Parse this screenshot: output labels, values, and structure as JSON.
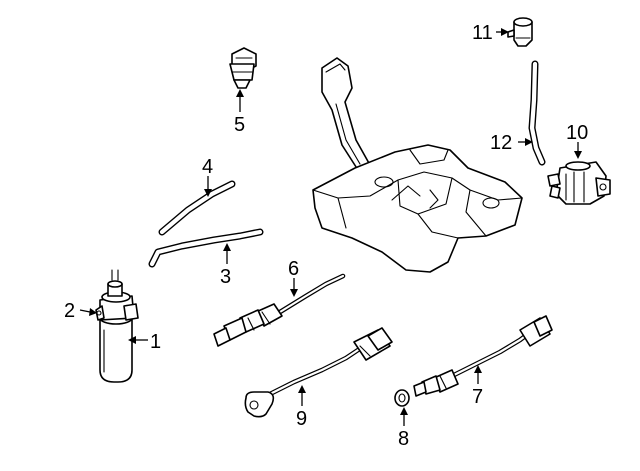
{
  "diagram": {
    "callouts": [
      {
        "id": "c1",
        "label": "1"
      },
      {
        "id": "c2",
        "label": "2"
      },
      {
        "id": "c3",
        "label": "3"
      },
      {
        "id": "c4",
        "label": "4"
      },
      {
        "id": "c5",
        "label": "5"
      },
      {
        "id": "c6",
        "label": "6"
      },
      {
        "id": "c7",
        "label": "7"
      },
      {
        "id": "c8",
        "label": "8"
      },
      {
        "id": "c9",
        "label": "9"
      },
      {
        "id": "c10",
        "label": "10"
      },
      {
        "id": "c11",
        "label": "11"
      },
      {
        "id": "c12",
        "label": "12"
      }
    ]
  },
  "colors": {
    "line": "#000000",
    "background": "#ffffff"
  }
}
